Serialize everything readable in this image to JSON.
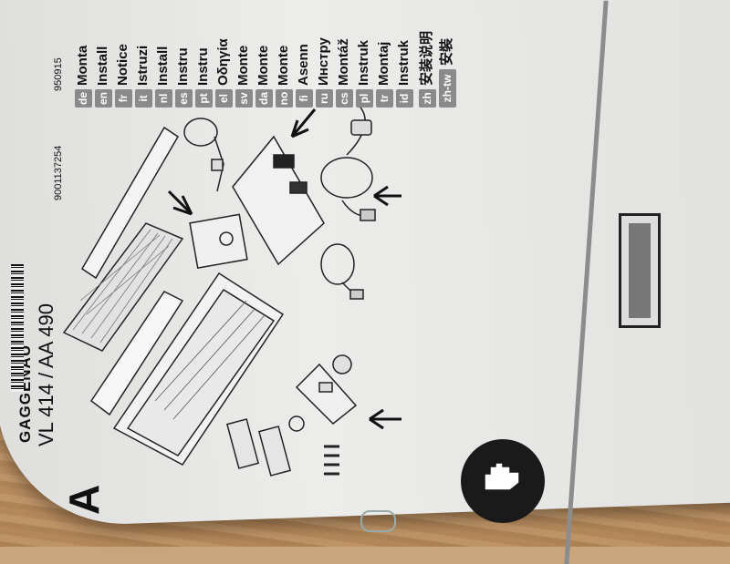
{
  "document": {
    "brand": "GAGGENAU",
    "model": "VL 414 / AA 490",
    "barcode_number": "9001137254",
    "date_code": "950915",
    "section_letter": "A"
  },
  "languages": [
    {
      "code": "de",
      "text": "Monta"
    },
    {
      "code": "en",
      "text": "Install"
    },
    {
      "code": "fr",
      "text": "Notice"
    },
    {
      "code": "it",
      "text": "Istruzi"
    },
    {
      "code": "nl",
      "text": "Install"
    },
    {
      "code": "es",
      "text": "Instru"
    },
    {
      "code": "pt",
      "text": "Instru"
    },
    {
      "code": "el",
      "text": "Οδηγία"
    },
    {
      "code": "sv",
      "text": "Monte"
    },
    {
      "code": "da",
      "text": "Monte"
    },
    {
      "code": "no",
      "text": "Monte"
    },
    {
      "code": "fi",
      "text": "Asenn"
    },
    {
      "code": "ru",
      "text": "Инстру"
    },
    {
      "code": "cs",
      "text": "Montáž"
    },
    {
      "code": "pl",
      "text": "Instruk"
    },
    {
      "code": "tr",
      "text": "Montaj"
    },
    {
      "code": "id",
      "text": "Instruk"
    },
    {
      "code": "zh",
      "text": "安装说明"
    },
    {
      "code": "zh-tw",
      "text": "安裝"
    }
  ],
  "colors": {
    "paper": "#ececea",
    "code_badge": "#8a8a8a",
    "ink": "#111111",
    "table": "#c9a57c"
  },
  "icons": {
    "safety": "protective-glove-icon"
  }
}
